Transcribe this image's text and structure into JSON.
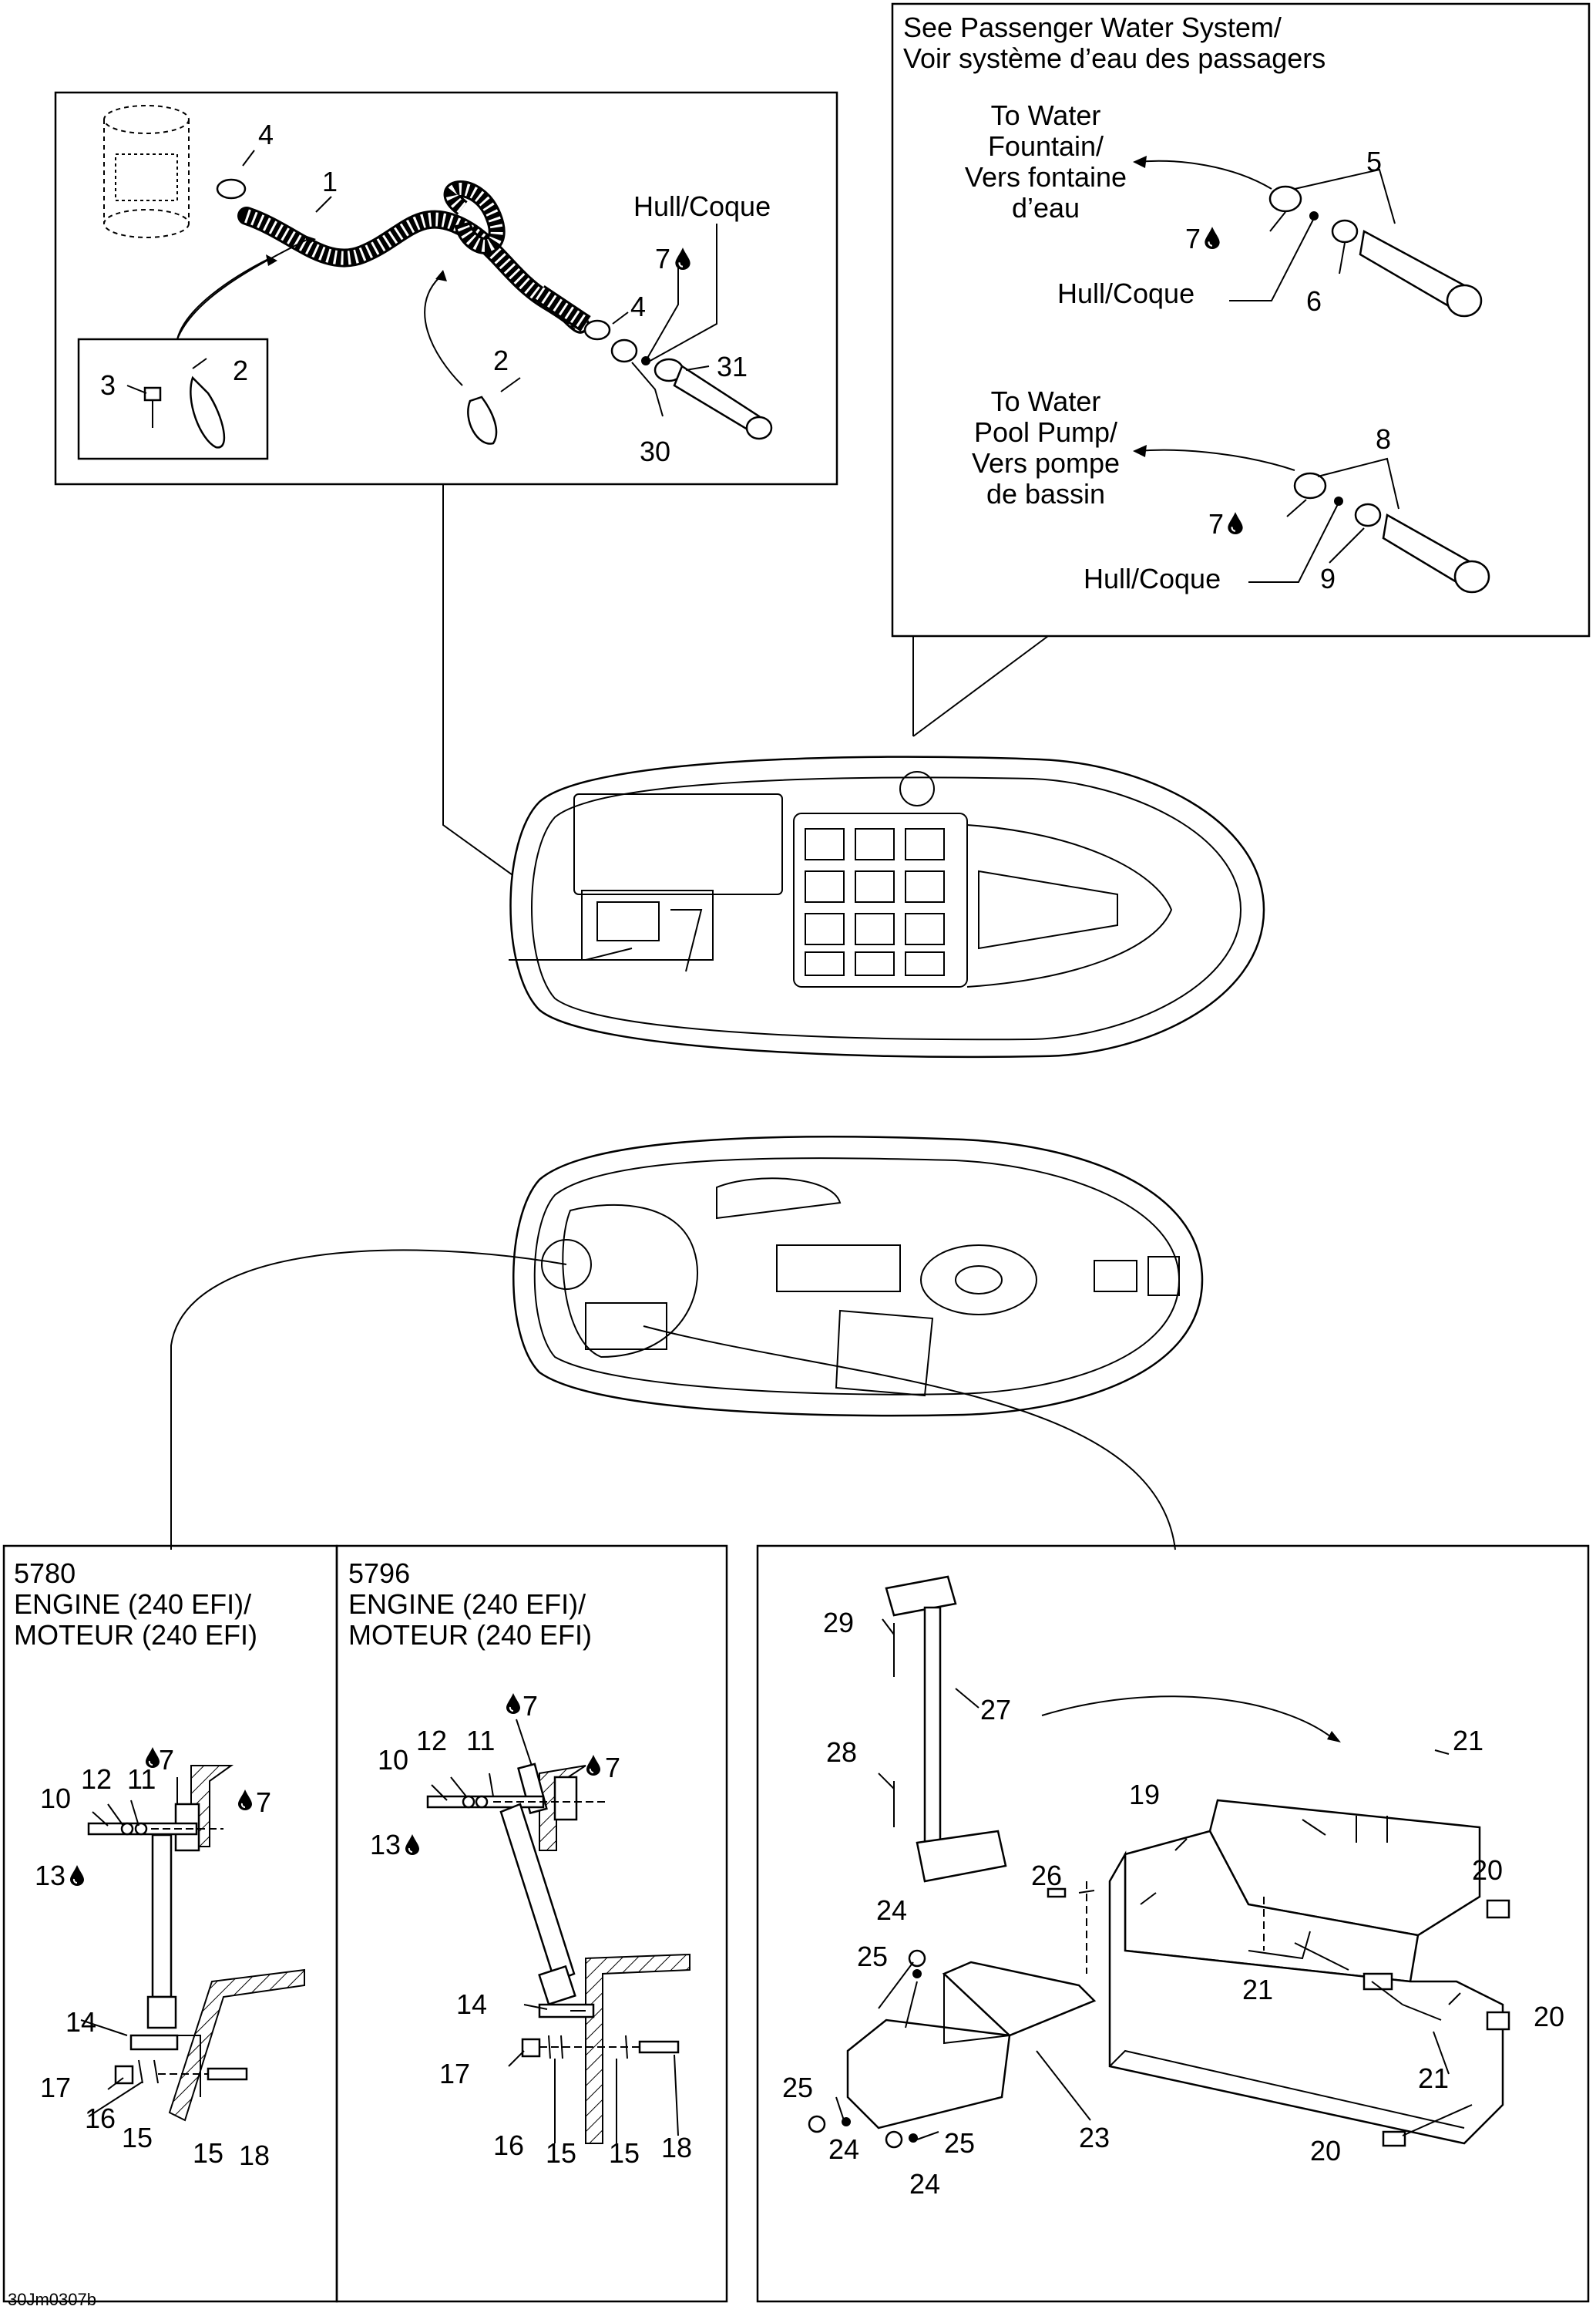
{
  "top_left_box": {
    "hull_label": "Hull/Coque",
    "callouts": [
      "1",
      "2",
      "2",
      "3",
      "4",
      "4",
      "7",
      "30",
      "31"
    ]
  },
  "top_right_box": {
    "header_line1": "See Passenger Water System/",
    "header_line2": "Voir système d’eau des passagers",
    "fountain": {
      "line1": "To Water",
      "line2": "Fountain/",
      "line3": "Vers fontaine",
      "line4": "d’eau",
      "hull_label": "Hull/Coque",
      "callouts": [
        "5",
        "7",
        "6"
      ]
    },
    "pool_pump": {
      "line1": "To Water",
      "line2": "Pool Pump/",
      "line3": "Vers pompe",
      "line4": "de bassin",
      "hull_label": "Hull/Coque",
      "callouts": [
        "8",
        "7",
        "9"
      ]
    }
  },
  "box_5780": {
    "model": "5780",
    "engine_line1": "ENGINE (240 EFI)/",
    "engine_line2": "MOTEUR (240 EFI)",
    "callouts": [
      "7",
      "7",
      "10",
      "12",
      "11",
      "13",
      "14",
      "17",
      "16",
      "15",
      "15",
      "18"
    ]
  },
  "box_5796": {
    "model": "5796",
    "engine_line1": "ENGINE (240 EFI)/",
    "engine_line2": "MOTEUR (240 EFI)",
    "callouts": [
      "7",
      "7",
      "10",
      "12",
      "11",
      "13",
      "14",
      "17",
      "16",
      "15",
      "15",
      "18"
    ]
  },
  "bottom_right_box": {
    "callouts": [
      "29",
      "27",
      "28",
      "21",
      "19",
      "26",
      "20",
      "24",
      "25",
      "21",
      "20",
      "21",
      "25",
      "23",
      "24",
      "25",
      "24",
      "20"
    ]
  },
  "figure_code": "30Jm0307b",
  "icons": [
    "sealant-drop-icon"
  ]
}
